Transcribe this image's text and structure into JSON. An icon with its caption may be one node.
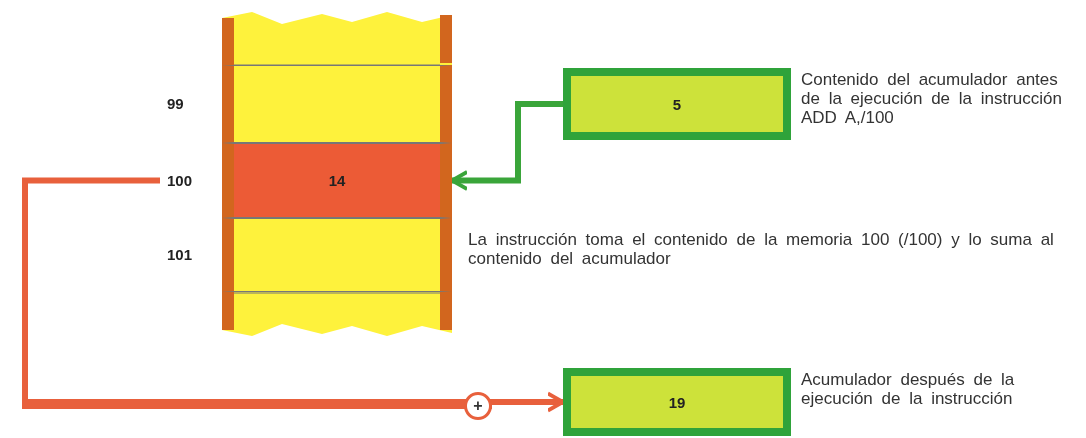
{
  "diagram": {
    "nodes": [
      {
        "text": [],
        "shape": "box"
      },
      {
        "text": [],
        "shape": "box",
        "beside": [
          "99"
        ]
      },
      {
        "text": [
          "14"
        ],
        "beside": [
          "100"
        ]
      },
      {
        "text": [],
        "shape": "box",
        "beside": [
          "101"
        ]
      },
      {
        "text": [],
        "shape": "box"
      },
      {
        "text": [
          "5"
        ],
        "beside": [
          "Contenido del acumulador antes de la ejecución de la instrucción ADD A,/100"
        ]
      },
      {
        "text": [
          "+"
        ]
      },
      {
        "text": [
          "19"
        ],
        "beside": [
          "Acumulador después de la ejecución de la instrucción"
        ]
      }
    ],
    "edges": [
      {
        "from": 5,
        "to": 2,
        "arrow": "to",
        "color": "#3aa53a"
      },
      {
        "from": 2,
        "to": 6,
        "arrow": "none"
      },
      {
        "from": 6,
        "to": 7,
        "arrow": "to"
      }
    ],
    "labels": [
      "La instrucción toma el contenido de la memoria 100 (/100) y lo suma al contenido del acumulador"
    ]
  }
}
